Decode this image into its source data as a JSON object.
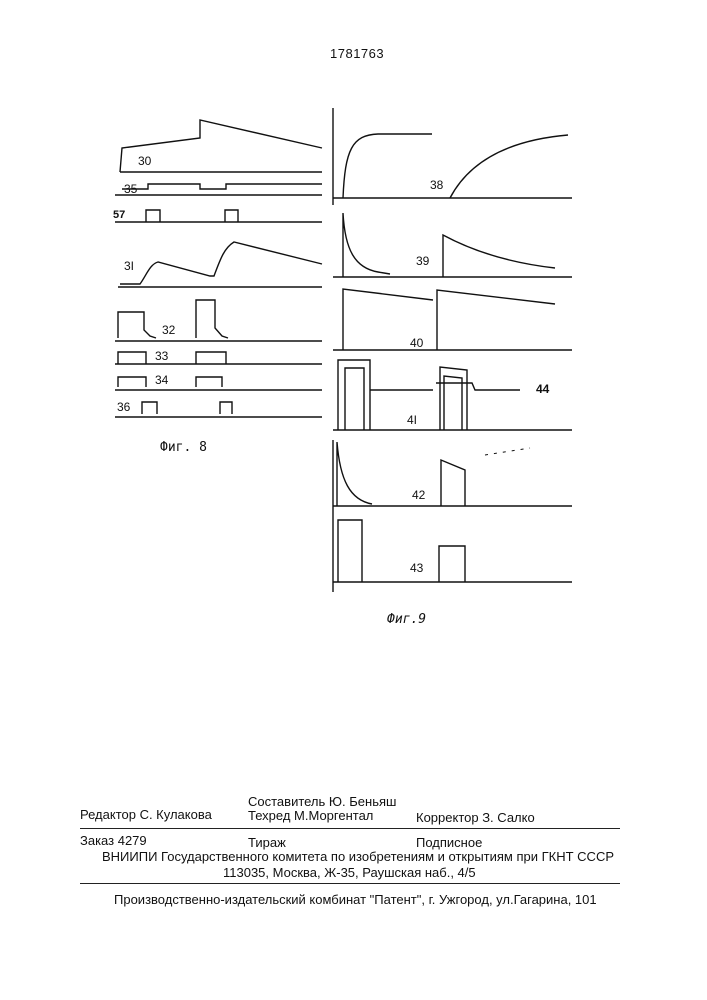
{
  "header": {
    "patent_number": "1781763"
  },
  "figures": {
    "fig8": {
      "caption": "Фиг. 8",
      "curve_labels": [
        "30",
        "35",
        "57",
        "3I",
        "32",
        "33",
        "34",
        "36"
      ]
    },
    "fig9": {
      "caption": "Фиг.9",
      "curve_labels": [
        "38",
        "39",
        "40",
        "4I",
        "42",
        "43",
        "44"
      ]
    }
  },
  "imprint": {
    "compiler": "Составитель  Ю. Беньяш",
    "editor": "Редактор  С. Кулакова",
    "techred": "Техред М.Моргентал",
    "proofreader": "Корректор  З. Салко",
    "order": "Заказ  4279",
    "circulation": "Тираж",
    "subscription": "Подписное",
    "institute": "ВНИИПИ Государственного комитета по изобретениям и открытиям при ГКНТ СССР",
    "address": "113035, Москва, Ж-35, Раушская наб., 4/5",
    "publisher": "Производственно-издательский комбинат \"Патент\", г. Ужгород, ул.Гагарина, 101"
  }
}
